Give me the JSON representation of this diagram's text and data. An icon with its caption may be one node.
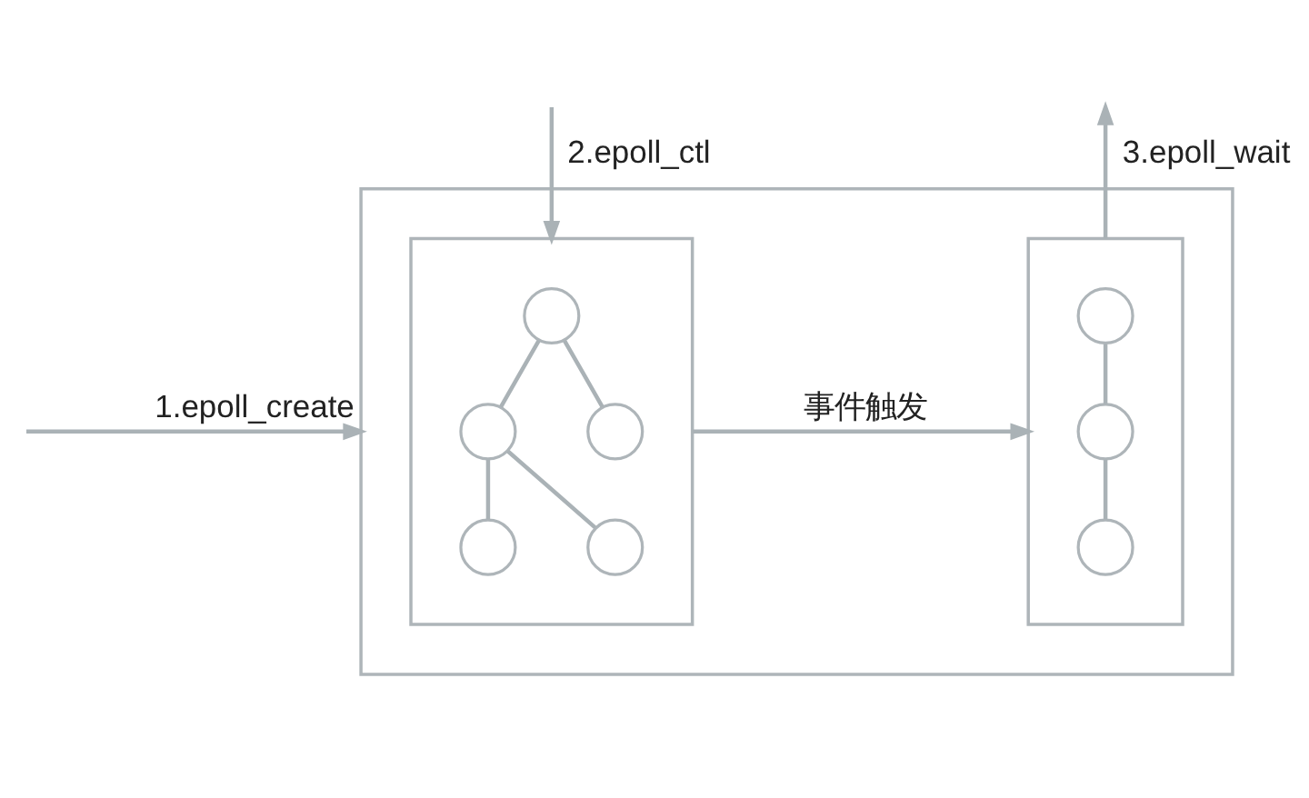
{
  "diagram": {
    "nodes": [
      {
        "text": [],
        "shape": "box"
      },
      {
        "text": [],
        "shape": "box",
        "in": 0
      },
      {
        "text": [],
        "shape": "box",
        "in": 0
      },
      {
        "text": [],
        "shape": "circle",
        "in": 1
      },
      {
        "text": [],
        "shape": "circle",
        "in": 1
      },
      {
        "text": [],
        "shape": "circle",
        "in": 1
      },
      {
        "text": [],
        "shape": "circle",
        "in": 1
      },
      {
        "text": [],
        "shape": "circle",
        "in": 1
      },
      {
        "text": [],
        "shape": "circle",
        "in": 2
      },
      {
        "text": [],
        "shape": "circle",
        "in": 2
      },
      {
        "text": [],
        "shape": "circle",
        "in": 2
      }
    ],
    "edges": [
      {
        "from": null,
        "to": 0,
        "arrow": "to",
        "label": "1.epoll_create"
      },
      {
        "from": null,
        "to": 1,
        "arrow": "to",
        "label": "2.epoll_ctl"
      },
      {
        "from": 2,
        "to": null,
        "arrow": "to",
        "label": "3.epoll_wait"
      },
      {
        "from": 1,
        "to": 2,
        "arrow": "to",
        "label": "事件触发"
      },
      {
        "from": 3,
        "to": 4,
        "arrow": "none"
      },
      {
        "from": 3,
        "to": 5,
        "arrow": "none"
      },
      {
        "from": 4,
        "to": 6,
        "arrow": "none"
      },
      {
        "from": 4,
        "to": 7,
        "arrow": "none"
      },
      {
        "from": 8,
        "to": 9,
        "arrow": "none"
      },
      {
        "from": 9,
        "to": 10,
        "arrow": "none"
      }
    ]
  }
}
